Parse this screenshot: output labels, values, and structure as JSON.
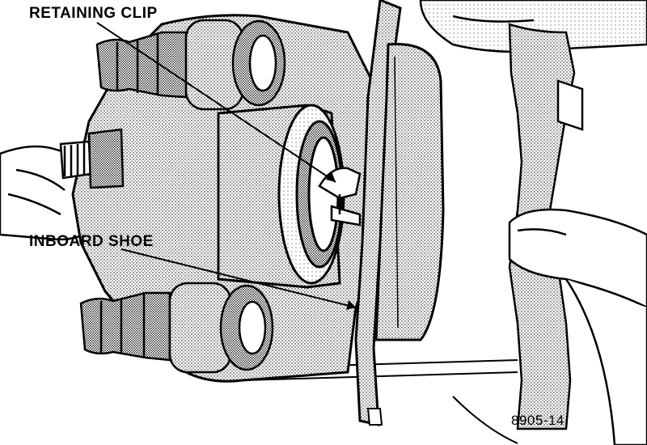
{
  "labels": {
    "retaining_clip": "RETAINING CLIP",
    "inboard_shoe": "INBOARD SHOE",
    "figure_number": "8905-14"
  }
}
